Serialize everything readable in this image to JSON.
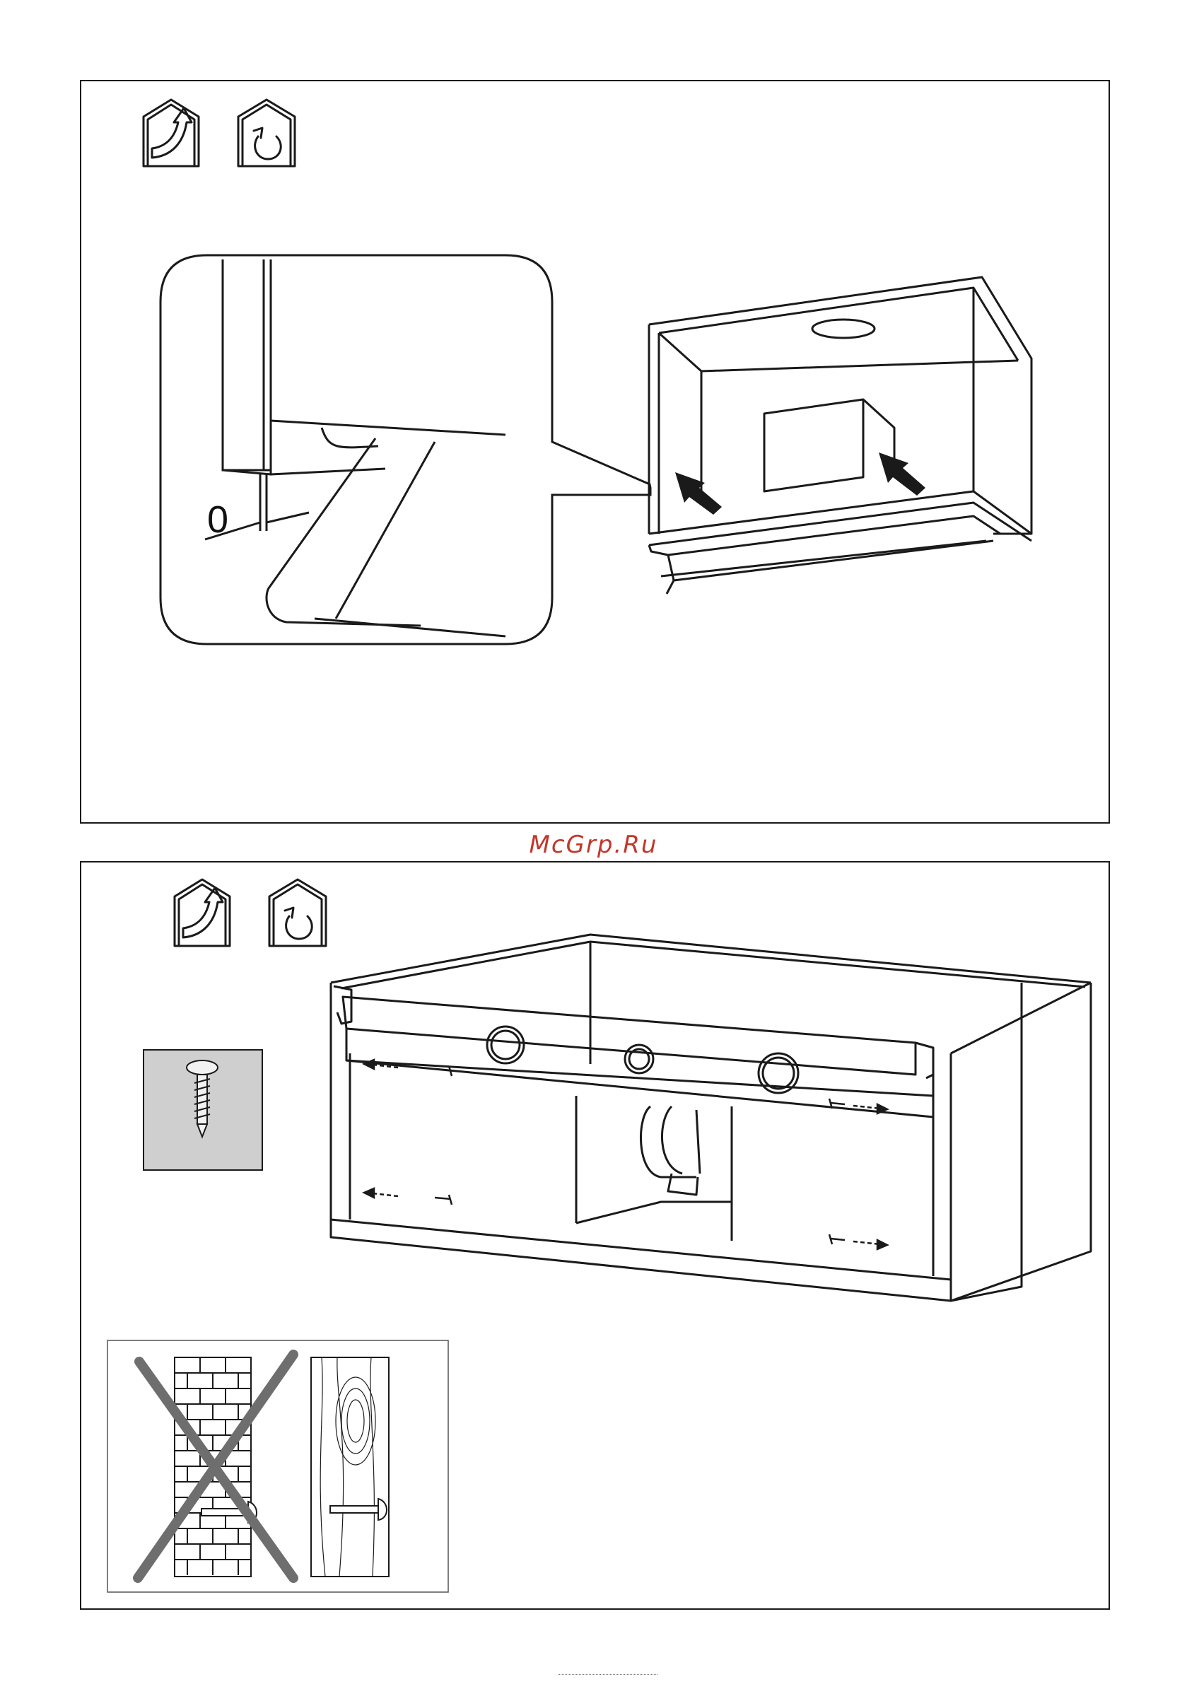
{
  "watermark": {
    "text": "McGrp.Ru"
  },
  "top_panel": {
    "icons": [
      "ducted-extraction-icon",
      "recirculation-icon"
    ],
    "detail_gap_label": "0"
  },
  "bottom_panel": {
    "icons": [
      "ducted-extraction-icon",
      "recirculation-icon"
    ],
    "screw_swatch_color": "#cfcfcf",
    "wall_types": [
      "brick-wall-crossed",
      "wood-wall-allowed"
    ]
  },
  "colors": {
    "line": "#1a1a1a",
    "watermark": "#c0392b",
    "swatch": "#cfcfcf",
    "cross": "#6e6e6e"
  }
}
